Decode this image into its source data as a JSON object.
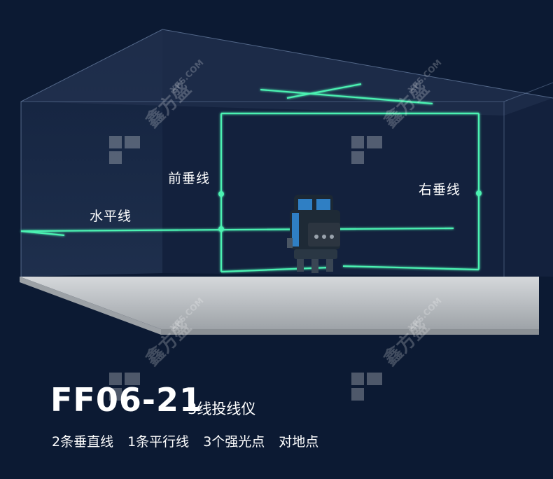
{
  "labels": {
    "horizontal_line": "水平线",
    "front_vertical_line": "前垂线",
    "right_vertical_line": "右垂线"
  },
  "product": {
    "model": "FF06-21",
    "type": "3线投线仪",
    "features": [
      "2条垂直线",
      "1条平行线",
      "3个强光点",
      "对地点"
    ]
  },
  "watermark": {
    "brand": "鑫方盛",
    "domain": "XFS.COM"
  },
  "colors": {
    "background": "#0c1a33",
    "laser": "#4cf2b2",
    "room_wall": "#2b3d5c",
    "floor": "#bfc3c7",
    "device_body": "#1e2a36",
    "device_accent": "#2f7fc4"
  }
}
